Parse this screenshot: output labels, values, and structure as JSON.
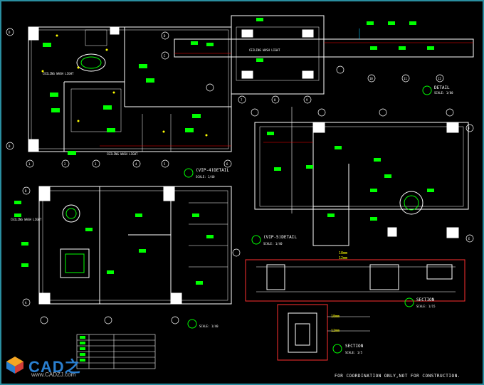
{
  "drawing": {
    "labels": {
      "vip4_detail": "(VIP-4)DETAIL",
      "vip5_detail": "(VIP-5)DETAIL",
      "section_a": "SECTION",
      "section_b": "SECTION",
      "detail_top": "DETAIL",
      "scale_40": "SCALE: 1/40",
      "scale_80": "SCALE: 1/80",
      "scale_15": "SCALE: 1/15",
      "scale_5": "SCALE: 1/5",
      "ceiling_note": "CEILING WASH LIGHT",
      "dim_18": "18mm",
      "dim_12": "12mm"
    },
    "footer_note": "FOR COORDINATION ONLY,NOT FOR CONSTRUCTION.",
    "grid_letters": [
      "D",
      "C",
      "B",
      "A",
      "E",
      "F"
    ],
    "grid_numbers": [
      "1",
      "2",
      "3",
      "4",
      "5",
      "6",
      "7",
      "8",
      "9",
      "10",
      "11",
      "12"
    ]
  },
  "watermark": {
    "brand": "CAD之",
    "url": "www.CADZJ.com"
  },
  "colors": {
    "background": "#000000",
    "wall": "#ffffff",
    "accent_green": "#00ff00",
    "accent_yellow": "#ffff00",
    "accent_red": "#ff0000",
    "accent_cyan": "#00c8ff",
    "frame": "#2a8ea0"
  }
}
